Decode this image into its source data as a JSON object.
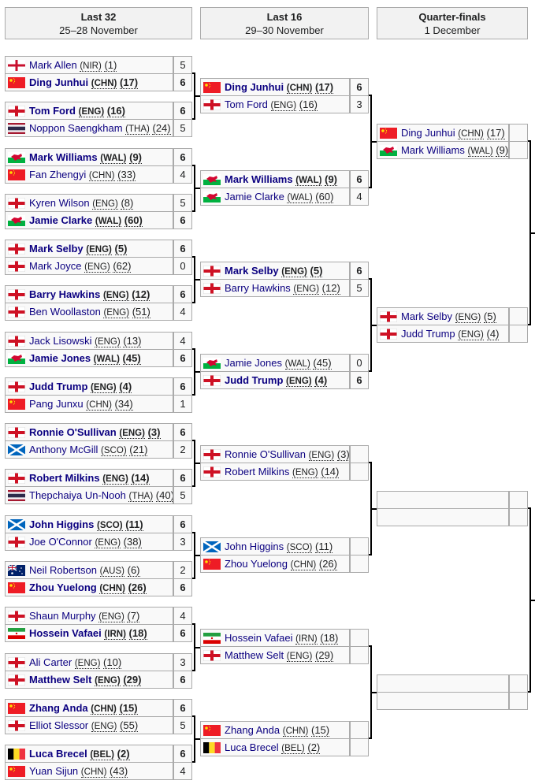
{
  "rounds": [
    {
      "title": "Last 32",
      "dates": "25–28 November"
    },
    {
      "title": "Last 16",
      "dates": "29–30 November"
    },
    {
      "title": "Quarter-finals",
      "dates": "1 December"
    }
  ],
  "last32": [
    [
      {
        "name": "Mark Allen",
        "country": "NIR",
        "seed": "1",
        "score": "5",
        "winner": false
      },
      {
        "name": "Ding Junhui",
        "country": "CHN",
        "seed": "17",
        "score": "6",
        "winner": true
      }
    ],
    [
      {
        "name": "Tom Ford",
        "country": "ENG",
        "seed": "16",
        "score": "6",
        "winner": true
      },
      {
        "name": "Noppon Saengkham",
        "country": "THA",
        "seed": "24",
        "score": "5",
        "winner": false
      }
    ],
    [
      {
        "name": "Mark Williams",
        "country": "WAL",
        "seed": "9",
        "score": "6",
        "winner": true
      },
      {
        "name": "Fan Zhengyi",
        "country": "CHN",
        "seed": "33",
        "score": "4",
        "winner": false
      }
    ],
    [
      {
        "name": "Kyren Wilson",
        "country": "ENG",
        "seed": "8",
        "score": "5",
        "winner": false
      },
      {
        "name": "Jamie Clarke",
        "country": "WAL",
        "seed": "60",
        "score": "6",
        "winner": true
      }
    ],
    [
      {
        "name": "Mark Selby",
        "country": "ENG",
        "seed": "5",
        "score": "6",
        "winner": true
      },
      {
        "name": "Mark Joyce",
        "country": "ENG",
        "seed": "62",
        "score": "0",
        "winner": false
      }
    ],
    [
      {
        "name": "Barry Hawkins",
        "country": "ENG",
        "seed": "12",
        "score": "6",
        "winner": true
      },
      {
        "name": "Ben Woollaston",
        "country": "ENG",
        "seed": "51",
        "score": "4",
        "winner": false
      }
    ],
    [
      {
        "name": "Jack Lisowski",
        "country": "ENG",
        "seed": "13",
        "score": "4",
        "winner": false
      },
      {
        "name": "Jamie Jones",
        "country": "WAL",
        "seed": "45",
        "score": "6",
        "winner": true
      }
    ],
    [
      {
        "name": "Judd Trump",
        "country": "ENG",
        "seed": "4",
        "score": "6",
        "winner": true
      },
      {
        "name": "Pang Junxu",
        "country": "CHN",
        "seed": "34",
        "score": "1",
        "winner": false
      }
    ],
    [
      {
        "name": "Ronnie O'Sullivan",
        "country": "ENG",
        "seed": "3",
        "score": "6",
        "winner": true
      },
      {
        "name": "Anthony McGill",
        "country": "SCO",
        "seed": "21",
        "score": "2",
        "winner": false
      }
    ],
    [
      {
        "name": "Robert Milkins",
        "country": "ENG",
        "seed": "14",
        "score": "6",
        "winner": true
      },
      {
        "name": "Thepchaiya Un-Nooh",
        "country": "THA",
        "seed": "40",
        "score": "5",
        "winner": false
      }
    ],
    [
      {
        "name": "John Higgins",
        "country": "SCO",
        "seed": "11",
        "score": "6",
        "winner": true
      },
      {
        "name": "Joe O'Connor",
        "country": "ENG",
        "seed": "38",
        "score": "3",
        "winner": false
      }
    ],
    [
      {
        "name": "Neil Robertson",
        "country": "AUS",
        "seed": "6",
        "score": "2",
        "winner": false
      },
      {
        "name": "Zhou Yuelong",
        "country": "CHN",
        "seed": "26",
        "score": "6",
        "winner": true
      }
    ],
    [
      {
        "name": "Shaun Murphy",
        "country": "ENG",
        "seed": "7",
        "score": "4",
        "winner": false
      },
      {
        "name": "Hossein Vafaei",
        "country": "IRN",
        "seed": "18",
        "score": "6",
        "winner": true
      }
    ],
    [
      {
        "name": "Ali Carter",
        "country": "ENG",
        "seed": "10",
        "score": "3",
        "winner": false
      },
      {
        "name": "Matthew Selt",
        "country": "ENG",
        "seed": "29",
        "score": "6",
        "winner": true
      }
    ],
    [
      {
        "name": "Zhang Anda",
        "country": "CHN",
        "seed": "15",
        "score": "6",
        "winner": true
      },
      {
        "name": "Elliot Slessor",
        "country": "ENG",
        "seed": "55",
        "score": "5",
        "winner": false
      }
    ],
    [
      {
        "name": "Luca Brecel",
        "country": "BEL",
        "seed": "2",
        "score": "6",
        "winner": true
      },
      {
        "name": "Yuan Sijun",
        "country": "CHN",
        "seed": "43",
        "score": "4",
        "winner": false
      }
    ]
  ],
  "last16": [
    [
      {
        "name": "Ding Junhui",
        "country": "CHN",
        "seed": "17",
        "score": "6",
        "winner": true
      },
      {
        "name": "Tom Ford",
        "country": "ENG",
        "seed": "16",
        "score": "3",
        "winner": false
      }
    ],
    [
      {
        "name": "Mark Williams",
        "country": "WAL",
        "seed": "9",
        "score": "6",
        "winner": true
      },
      {
        "name": "Jamie Clarke",
        "country": "WAL",
        "seed": "60",
        "score": "4",
        "winner": false
      }
    ],
    [
      {
        "name": "Mark Selby",
        "country": "ENG",
        "seed": "5",
        "score": "6",
        "winner": true
      },
      {
        "name": "Barry Hawkins",
        "country": "ENG",
        "seed": "12",
        "score": "5",
        "winner": false
      }
    ],
    [
      {
        "name": "Jamie Jones",
        "country": "WAL",
        "seed": "45",
        "score": "0",
        "winner": false
      },
      {
        "name": "Judd Trump",
        "country": "ENG",
        "seed": "4",
        "score": "6",
        "winner": true
      }
    ],
    [
      {
        "name": "Ronnie O'Sullivan",
        "country": "ENG",
        "seed": "3",
        "score": "",
        "winner": false
      },
      {
        "name": "Robert Milkins",
        "country": "ENG",
        "seed": "14",
        "score": "",
        "winner": false
      }
    ],
    [
      {
        "name": "John Higgins",
        "country": "SCO",
        "seed": "11",
        "score": "",
        "winner": false
      },
      {
        "name": "Zhou Yuelong",
        "country": "CHN",
        "seed": "26",
        "score": "",
        "winner": false
      }
    ],
    [
      {
        "name": "Hossein Vafaei",
        "country": "IRN",
        "seed": "18",
        "score": "",
        "winner": false
      },
      {
        "name": "Matthew Selt",
        "country": "ENG",
        "seed": "29",
        "score": "",
        "winner": false
      }
    ],
    [
      {
        "name": "Zhang Anda",
        "country": "CHN",
        "seed": "15",
        "score": "",
        "winner": false
      },
      {
        "name": "Luca Brecel",
        "country": "BEL",
        "seed": "2",
        "score": "",
        "winner": false
      }
    ]
  ],
  "quarterfinals": [
    [
      {
        "name": "Ding Junhui",
        "country": "CHN",
        "seed": "17",
        "score": "",
        "winner": false
      },
      {
        "name": "Mark Williams",
        "country": "WAL",
        "seed": "9",
        "score": "",
        "winner": false
      }
    ],
    [
      {
        "name": "Mark Selby",
        "country": "ENG",
        "seed": "5",
        "score": "",
        "winner": false
      },
      {
        "name": "Judd Trump",
        "country": "ENG",
        "seed": "4",
        "score": "",
        "winner": false
      }
    ],
    [
      null,
      null
    ],
    [
      null,
      null
    ]
  ]
}
